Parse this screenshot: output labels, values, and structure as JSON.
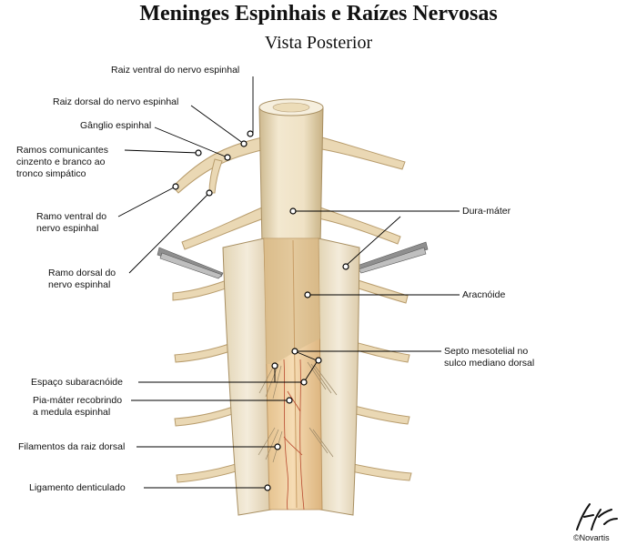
{
  "title": "Meninges Espinhais e Raízes Nervosas",
  "subtitle": "Vista Posterior",
  "labels": {
    "raiz_ventral": [
      "Raiz ventral do nervo espinhal"
    ],
    "raiz_dorsal": [
      "Raiz dorsal do nervo espinhal"
    ],
    "ganglio": [
      "Gânglio espinhal"
    ],
    "ramos_comunicantes": [
      "Ramos comunicantes",
      "cinzento e branco ao",
      "tronco simpático"
    ],
    "ramo_ventral": [
      "Ramo ventral do",
      "nervo espinhal"
    ],
    "ramo_dorsal": [
      "Ramo dorsal do",
      "nervo espinhal"
    ],
    "dura_mater": [
      "Dura-máter"
    ],
    "aracnoide": [
      "Aracnóide"
    ],
    "septo": [
      "Septo mesotelial no",
      "sulco mediano dorsal"
    ],
    "espaco_subaracnoide": [
      "Espaço subaracnóide"
    ],
    "pia_mater": [
      "Pia-máter recobrindo",
      "a medula espinhal"
    ],
    "filamentos": [
      "Filamentos da raiz dorsal"
    ],
    "ligamento": [
      "Ligamento denticulado"
    ]
  },
  "logo_text": "©Novartis",
  "colors": {
    "dura": "#efe3c8",
    "dura_shade": "#d3bf97",
    "nerve": "#ead8b4",
    "nerve_edge": "#b89c6c",
    "cord": "#f0d2a4",
    "vessel": "#b84a2e",
    "leader": "#000000"
  }
}
